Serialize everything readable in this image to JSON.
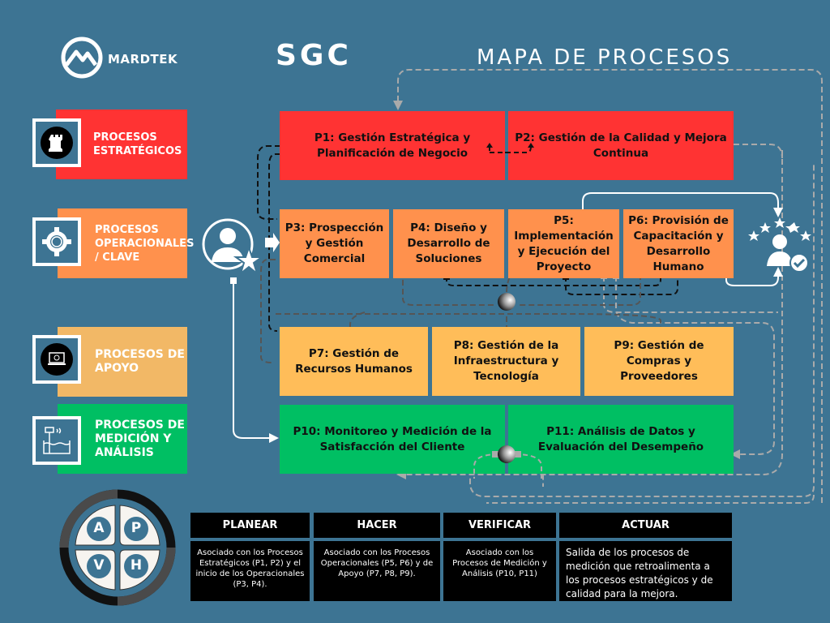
{
  "header": {
    "brand": "MARDTEK",
    "system": "SGC",
    "title": "MAPA DE PROCESOS"
  },
  "categories": [
    {
      "label": "PROCESOS ESTRATÉGICOS",
      "icon": "chess-rook-icon",
      "color": "#ff3333"
    },
    {
      "label": "PROCESOS OPERACIONALES / CLAVE",
      "icon": "gear-cycle-icon",
      "color": "#ff914d"
    },
    {
      "label": "PROCESOS DE APOYO",
      "icon": "laptop-support-icon",
      "color": "#f2b866"
    },
    {
      "label": "PROCESOS DE MEDICIÓN Y ANÁLISIS",
      "icon": "level-sensor-icon",
      "color": "#00bf63"
    }
  ],
  "processes": {
    "p1": "P1: Gestión Estratégica y Planificación de Negocio",
    "p2": "P2: Gestión de la Calidad y Mejora Continua",
    "p3": "P3: Prospección y Gestión Comercial",
    "p4": "P4: Diseño y Desarrollo de Soluciones",
    "p5": "P5: Implementación y Ejecución del Proyecto",
    "p6": "P6: Provisión de Capacitación y Desarrollo Humano",
    "p7": "P7: Gestión de Recursos Humanos",
    "p8": "P8: Gestión de la Infraestructura y Tecnología",
    "p9": "P9: Gestión de Compras y Proveedores",
    "p10": "P10: Monitoreo y Medición de la Satisfacción del Cliente",
    "p11": "P11: Análisis de Datos y Evaluación del Desempeño"
  },
  "endpoints": {
    "input_icon": "customer-star-icon",
    "output_icon": "satisfied-customer-icon"
  },
  "pdca_wheel": [
    "A",
    "P",
    "V",
    "H"
  ],
  "pdca_table": [
    {
      "header": "PLANEAR",
      "body": "Asociado con los Procesos Estratégicos (P1, P2) y el inicio de los Operacionales (P3, P4)."
    },
    {
      "header": "HACER",
      "body": "Asociado con los Procesos Operacionales (P5, P6) y de Apoyo (P7, P8, P9)."
    },
    {
      "header": "VERIFICAR",
      "body": "Asociado con los Procesos de Medición y Análisis (P10, P11)"
    },
    {
      "header": "ACTUAR",
      "body": "Salida de los procesos de medición que retroalimenta a los procesos estratégicos y de calidad para la mejora."
    }
  ],
  "colors": {
    "background": "#3d7493",
    "strategic": "#ff3333",
    "operational": "#ff914d",
    "support": "#ffbd59",
    "measurement": "#00bf63"
  }
}
